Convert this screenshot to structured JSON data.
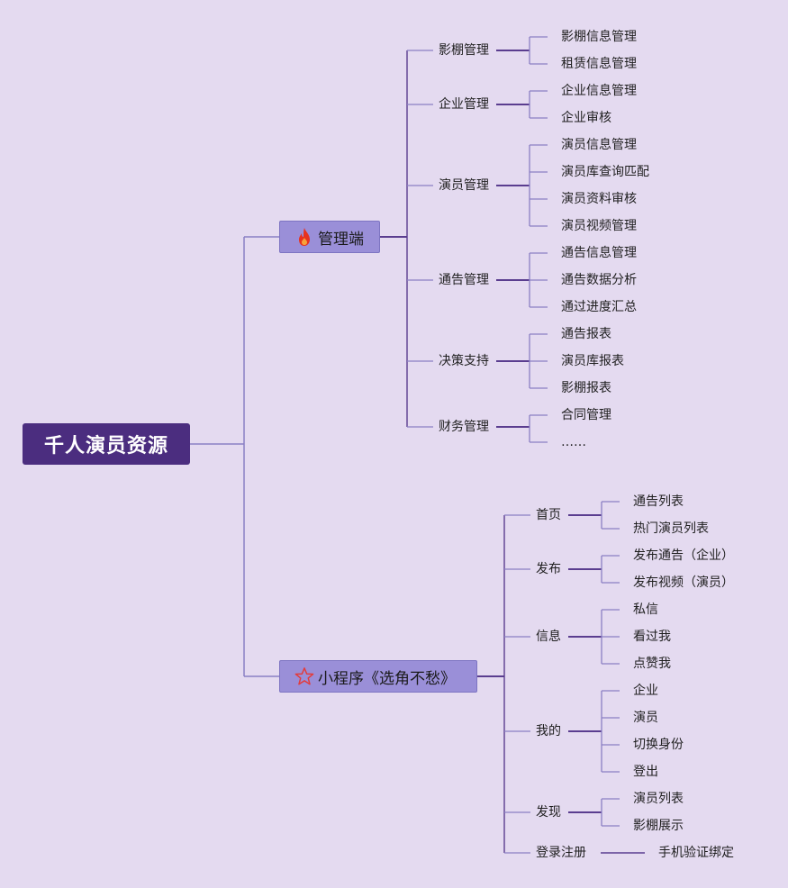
{
  "root": {
    "label": "千人演员资源"
  },
  "branches": [
    {
      "id": "admin",
      "label": "管理端",
      "icon": "fire-icon",
      "children": [
        {
          "label": "影棚管理",
          "children": [
            "影棚信息管理",
            "租赁信息管理"
          ]
        },
        {
          "label": "企业管理",
          "children": [
            "企业信息管理",
            "企业审核"
          ]
        },
        {
          "label": "演员管理",
          "children": [
            "演员信息管理",
            "演员库查询匹配",
            "演员资料审核",
            "演员视频管理"
          ]
        },
        {
          "label": "通告管理",
          "children": [
            "通告信息管理",
            "通告数据分析",
            "通过进度汇总"
          ]
        },
        {
          "label": "决策支持",
          "children": [
            "通告报表",
            "演员库报表",
            "影棚报表"
          ]
        },
        {
          "label": "财务管理",
          "children": [
            "合同管理",
            "……"
          ]
        }
      ]
    },
    {
      "id": "miniprogram",
      "label": "小程序《选角不愁》",
      "icon": "star-icon",
      "children": [
        {
          "label": "首页",
          "children": [
            "通告列表",
            "热门演员列表"
          ]
        },
        {
          "label": "发布",
          "children": [
            "发布通告（企业）",
            "发布视频（演员）"
          ]
        },
        {
          "label": "信息",
          "children": [
            "私信",
            "看过我",
            "点赞我"
          ]
        },
        {
          "label": "我的",
          "children": [
            "企业",
            "演员",
            "切换身份",
            "登出"
          ]
        },
        {
          "label": "发现",
          "children": [
            "演员列表",
            "影棚展示"
          ]
        },
        {
          "label": "登录注册",
          "children": [
            "手机验证绑定"
          ]
        }
      ]
    }
  ],
  "colors": {
    "background": "#e4daf0",
    "root": "#4b2d7f",
    "branch": "#9a8fd8",
    "line": "#8a7fc4",
    "line_dark": "#5a3d8f",
    "fire": "#e8321e",
    "star": "#e33b3b"
  }
}
